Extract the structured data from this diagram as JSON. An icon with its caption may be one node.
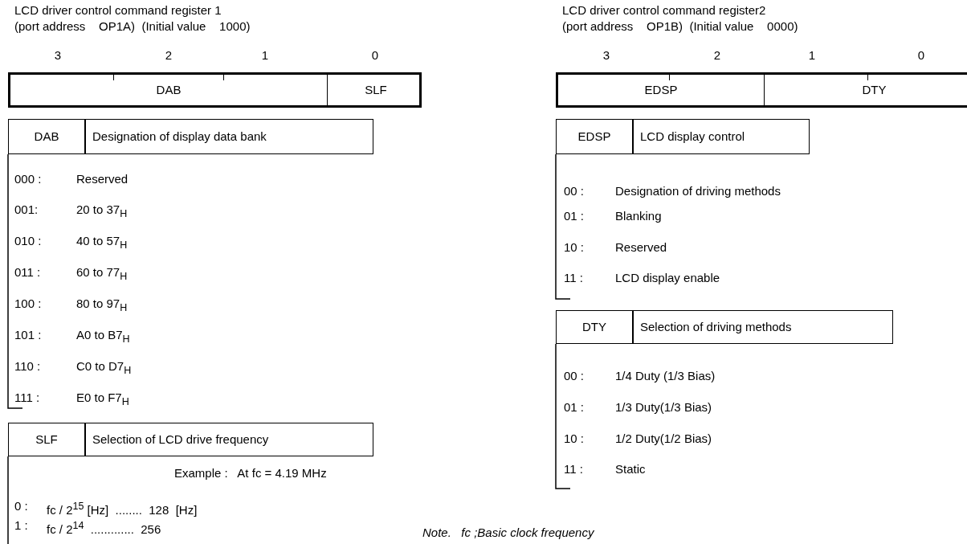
{
  "diagram": {
    "nodes": [
      {
        "text": [
          "LCD driver control command register 1",
          "(port address    OP1A)  (Initial value    1000)"
        ]
      },
      {
        "text": [
          "DAB"
        ],
        "in": 0
      },
      {
        "text": [
          "SLF"
        ],
        "in": 0
      },
      {
        "text": [
          "DAB",
          "Designation of display data bank"
        ]
      },
      {
        "text": [
          "SLF",
          "Selection of LCD drive frequency"
        ]
      },
      {
        "text": [
          "LCD driver control command register2",
          "(port address    OP1B)  (Initial value    0000)"
        ]
      },
      {
        "text": [
          "EDSP"
        ],
        "in": 5
      },
      {
        "text": [
          "DTY"
        ],
        "in": 5
      },
      {
        "text": [
          "EDSP",
          "LCD display control"
        ]
      },
      {
        "text": [
          "DTY",
          "Selection of driving methods"
        ]
      }
    ],
    "labels": [
      "3",
      "2",
      "1",
      "0",
      "000 :",
      "Reserved",
      "001:",
      "20 to 37$_{H}$",
      "010 :",
      "40 to 57$_{H}$",
      "011 :",
      "60 to 77$_{H}$",
      "100 :",
      "80 to 97$_{H}$",
      "101 :",
      "A0 to B7$_{H}$",
      "110 :",
      "C0 to D7$_{H}$",
      "111 :",
      "E0 to F7$_{H}$",
      "Example :   At fc = 4.19 MHz",
      "0 :",
      "fc / 2$^{15}$ [Hz]  ........  128  [Hz]",
      "1 :",
      "fc / 2$^{14}$  .............  256",
      "3",
      "2",
      "1",
      "0",
      "00 :",
      "Designation of driving methods",
      "01 :",
      "Blanking",
      "10 :",
      "Reserved",
      "11 :",
      "LCD display enable",
      "00 :",
      "1/4 Duty (1/3 Bias)",
      "01 :",
      "1/3 Duty(1/3 Bias)",
      "10 :",
      "1/2 Duty(1/2 Bias)",
      "11 :",
      "Static",
      "Note.   fc ;Basic clock frequency"
    ]
  }
}
